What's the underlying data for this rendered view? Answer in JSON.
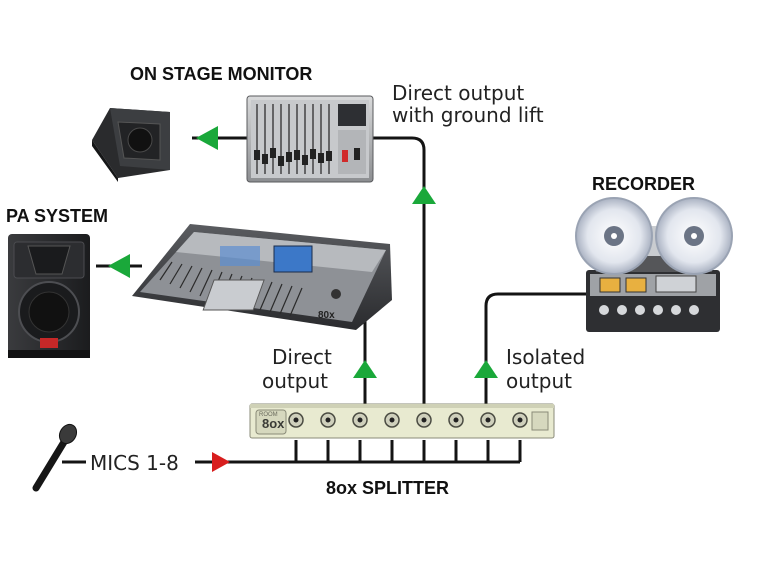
{
  "labels": {
    "on_stage_monitor": "ON STAGE MONITOR",
    "pa_system": "PA SYSTEM",
    "recorder": "RECORDER",
    "splitter": "8ox SPLITTER",
    "mics": "MICS 1-8",
    "direct_ground_line1": "Direct output",
    "direct_ground_line2": "with ground lift",
    "direct_line1": "Direct",
    "direct_line2": "output",
    "isolated_line1": "Isolated",
    "isolated_line2": "output"
  },
  "splitter_panel": {
    "logo_text": "8ox",
    "brand_text": "ROOM"
  },
  "colors": {
    "arrow_green": "#1aa83a",
    "arrow_red": "#d81e1e",
    "cable": "#141414",
    "splitter_face": "#e8ead0"
  },
  "splitter_channels": 8
}
